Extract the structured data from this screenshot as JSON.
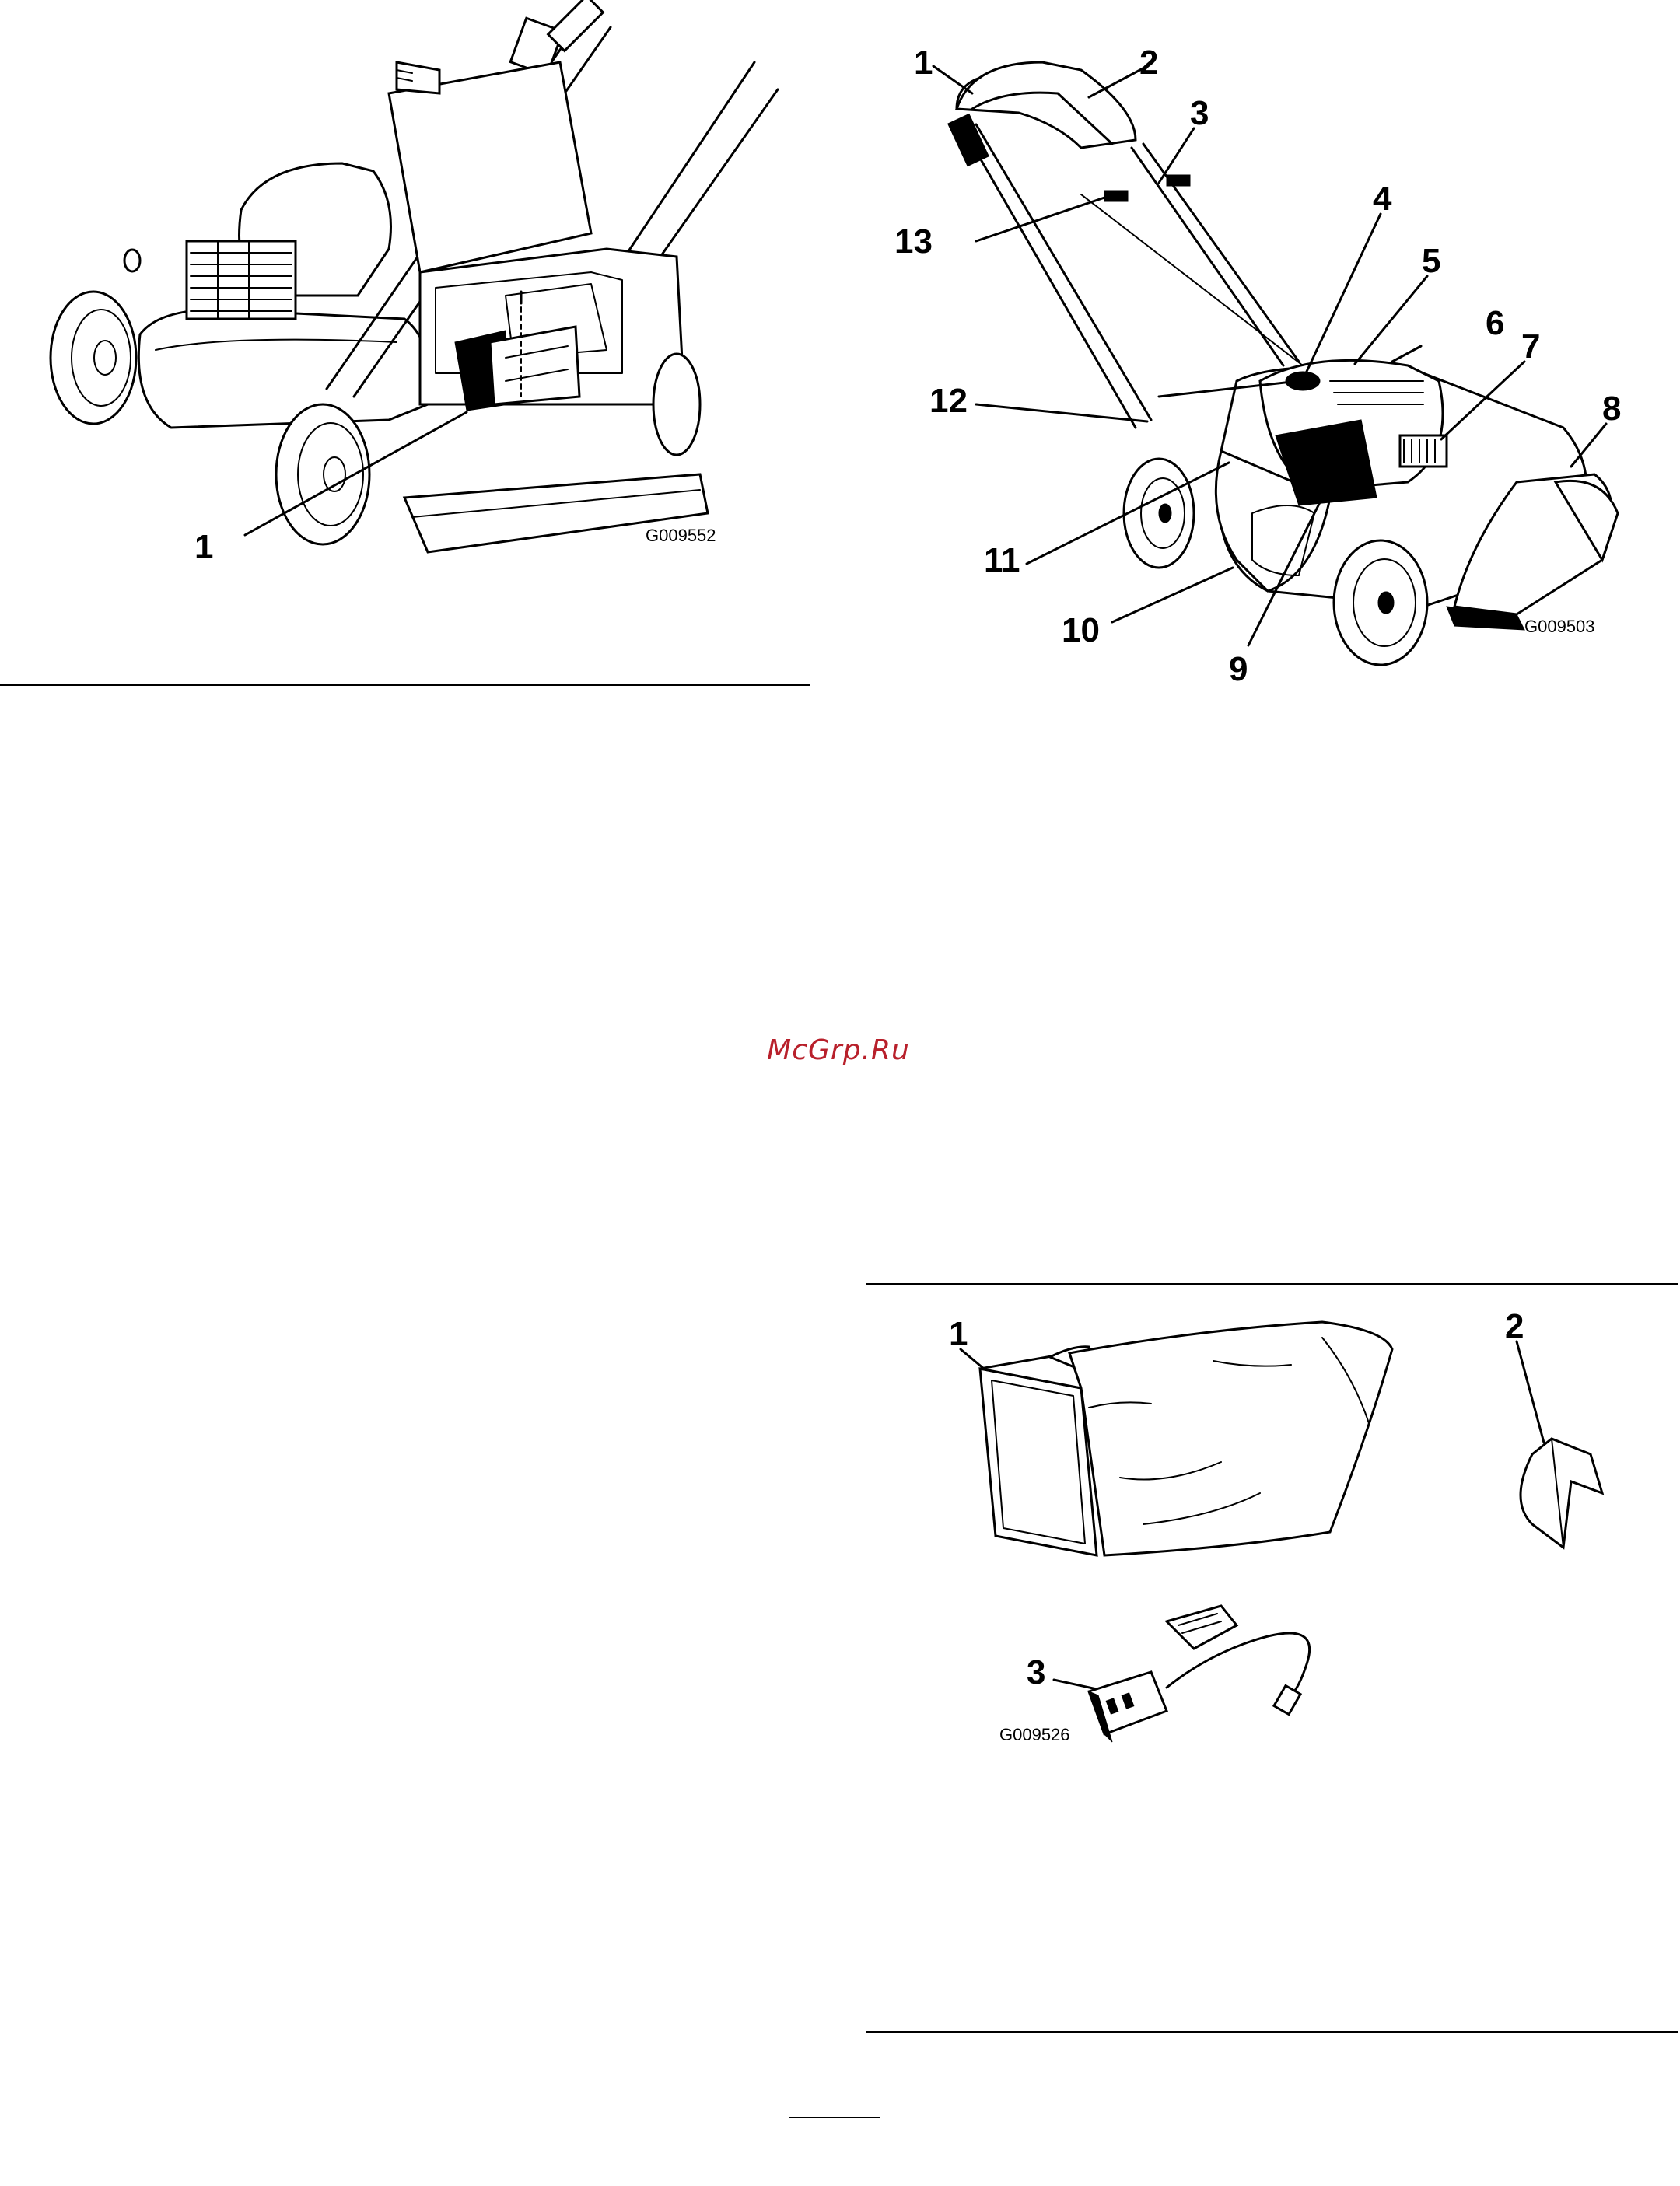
{
  "watermark": "McGrp.Ru",
  "figure_left_top": {
    "figure_id": "G009552",
    "callouts": [
      "1"
    ]
  },
  "figure_right_top": {
    "figure_id": "G009503",
    "callouts": [
      "1",
      "2",
      "3",
      "4",
      "5",
      "6",
      "7",
      "8",
      "9",
      "10",
      "11",
      "12",
      "13"
    ]
  },
  "figure_right_bottom": {
    "figure_id": "G009526",
    "callouts": [
      "1",
      "2",
      "3"
    ]
  }
}
